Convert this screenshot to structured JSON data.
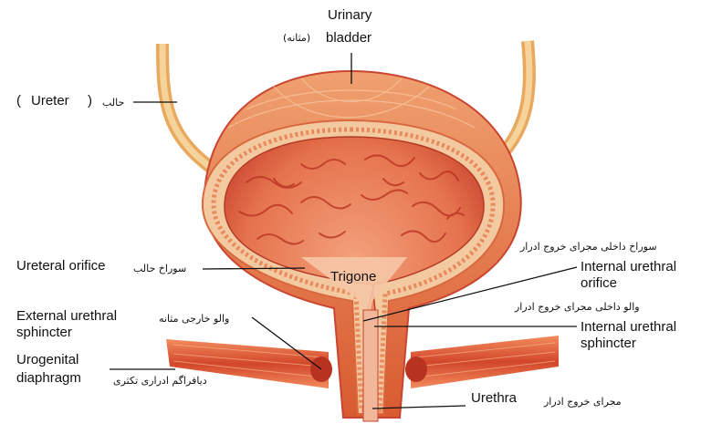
{
  "labels": {
    "urinary_bladder": {
      "en_line1": "Urinary",
      "fa": "(مثانه)",
      "en_line2": "bladder"
    },
    "ureter": {
      "open_paren": "(",
      "en": "Ureter",
      "close_paren": ")",
      "fa": "حالب"
    },
    "ureteral_orifice": {
      "en": "Ureteral orifice",
      "fa": "سوراخ حالب"
    },
    "trigone": {
      "en": "Trigone"
    },
    "internal_urethral_orifice": {
      "fa": "سوراخ داخلی مجرای خروج ادرار",
      "en_line1": "Internal urethral",
      "en_line2": "orifice"
    },
    "external_urethral_sphincter": {
      "en_line1": "External urethral",
      "fa": "والو خارجی مثانه",
      "en_line2": "sphincter"
    },
    "internal_urethral_sphincter": {
      "fa": "والو داخلی مجرای خروج ادرار",
      "en_line1": "Internal urethral",
      "en_line2": "sphincter"
    },
    "urogenital_diaphragm": {
      "en_line1": "Urogenital",
      "en_line2": "diaphragm",
      "fa": "دیافراگم ادراری تکثری"
    },
    "urethra": {
      "en": "Urethra",
      "fa": "مجرای خروج ادرار"
    }
  },
  "colors": {
    "muscle": "#e0643a",
    "muscle_light": "#f2b08a",
    "wall_outer": "#f3c9a0",
    "lining": "#e5734d",
    "mucosa_folds": "#c9382a",
    "leader_line": "#111111"
  }
}
